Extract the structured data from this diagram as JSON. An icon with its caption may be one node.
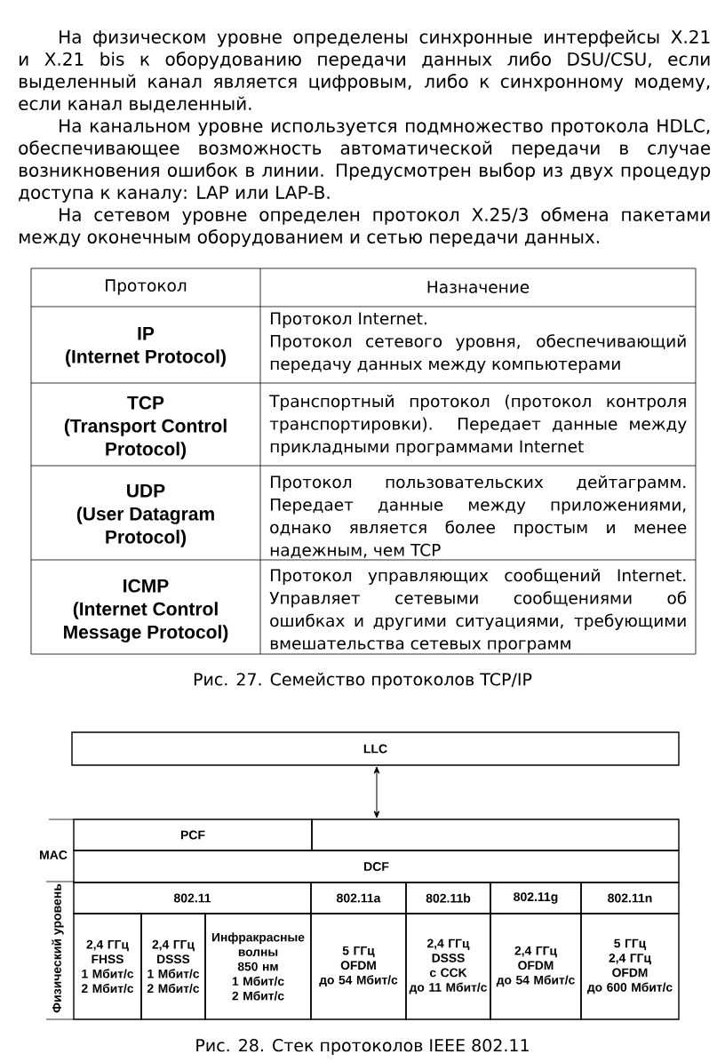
{
  "diagram": {
    "caption": "Рис. 28. Стек протоколов IEEE 802.11",
    "nodes": [
      {
        "text": [
          "LLC"
        ]
      },
      {
        "text": [
          "PCF"
        ]
      },
      {
        "text": [],
        "shape": "box"
      },
      {
        "text": [
          "DCF"
        ]
      },
      {
        "text": [
          "802.11"
        ]
      },
      {
        "text": [
          "802.11a"
        ]
      },
      {
        "text": [
          "802.11b"
        ]
      },
      {
        "text": [
          "802.11g"
        ]
      },
      {
        "text": [
          "802.11n"
        ]
      },
      {
        "text": [
          "2,4 ГГц",
          "FHSS",
          "1 Мбит/с",
          "2 Мбит/с"
        ]
      },
      {
        "text": [
          "2,4 ГГц",
          "DSSS",
          "1 Мбит/с",
          "2 Мбит/с"
        ]
      },
      {
        "text": [
          "Инфракрасные волны",
          "850 нм",
          "1 Мбит/с",
          "2 Мбит/с"
        ]
      },
      {
        "text": [
          "5 ГГц",
          "OFDM",
          "до 54 Мбит/с"
        ]
      },
      {
        "text": [
          "2,4 ГГц",
          "DSSS",
          "с CCK",
          "до 11 Мбит/с"
        ]
      },
      {
        "text": [
          "2,4 ГГц",
          "OFDM",
          "до 54 Мбит/с"
        ]
      },
      {
        "text": [
          "5 ГГц",
          "2,4 ГГц",
          "OFDM",
          "до 600 Мбит/с"
        ]
      }
    ],
    "edges": [
      {
        "from": 0,
        "to": 2,
        "arrow": "both"
      }
    ],
    "labels": [
      "На физическом уровне определены синхронные интерфейсы X.21 и X.21 bis к оборудованию передачи данных либо DSU/CSU, если выделенный канал является цифровым, либо к синхронному модему, если канал выделенный.",
      "На канальном уровне используется подмножество протокола HDLC, обеспечивающее возможность автоматической передачи в случае возникновения ошибок в линии. Предусмотрен выбор из двух процедур доступа к каналу: LAP или LAP-B.",
      "На сетевом уровне определен протокол X.25/3 обмена пакетами между оконечным оборудованием и сетью передачи данных.",
      "Протокол",
      "Назначение",
      "IP",
      "(Internet Protocol)",
      "Протокол Internet.",
      "Протокол сетевого уровня, обеспечивающий передачу данных между компьютерами",
      "TCP",
      "(Transport Control Protocol)",
      "Транспортный протокол (протокол контроля транспортировки). Передает данные между прикладными программами Internet",
      "UDP",
      "(User Datagram Protocol)",
      "Протокол пользовательских дейтаграмм. Передает данные между приложениями, однако является более простым и менее надежным, чем TCP",
      "ICMP",
      "(Internet Control Message Protocol)",
      "Протокол управляющих сообщений Internet. Управляет сетевыми сообщениями об ошибках и другими ситуациями, требующими вмешательства сетевых программ",
      "Рис. 27. Семейство протоколов TCP/IP",
      "MAC",
      "Физический уровень"
    ]
  }
}
